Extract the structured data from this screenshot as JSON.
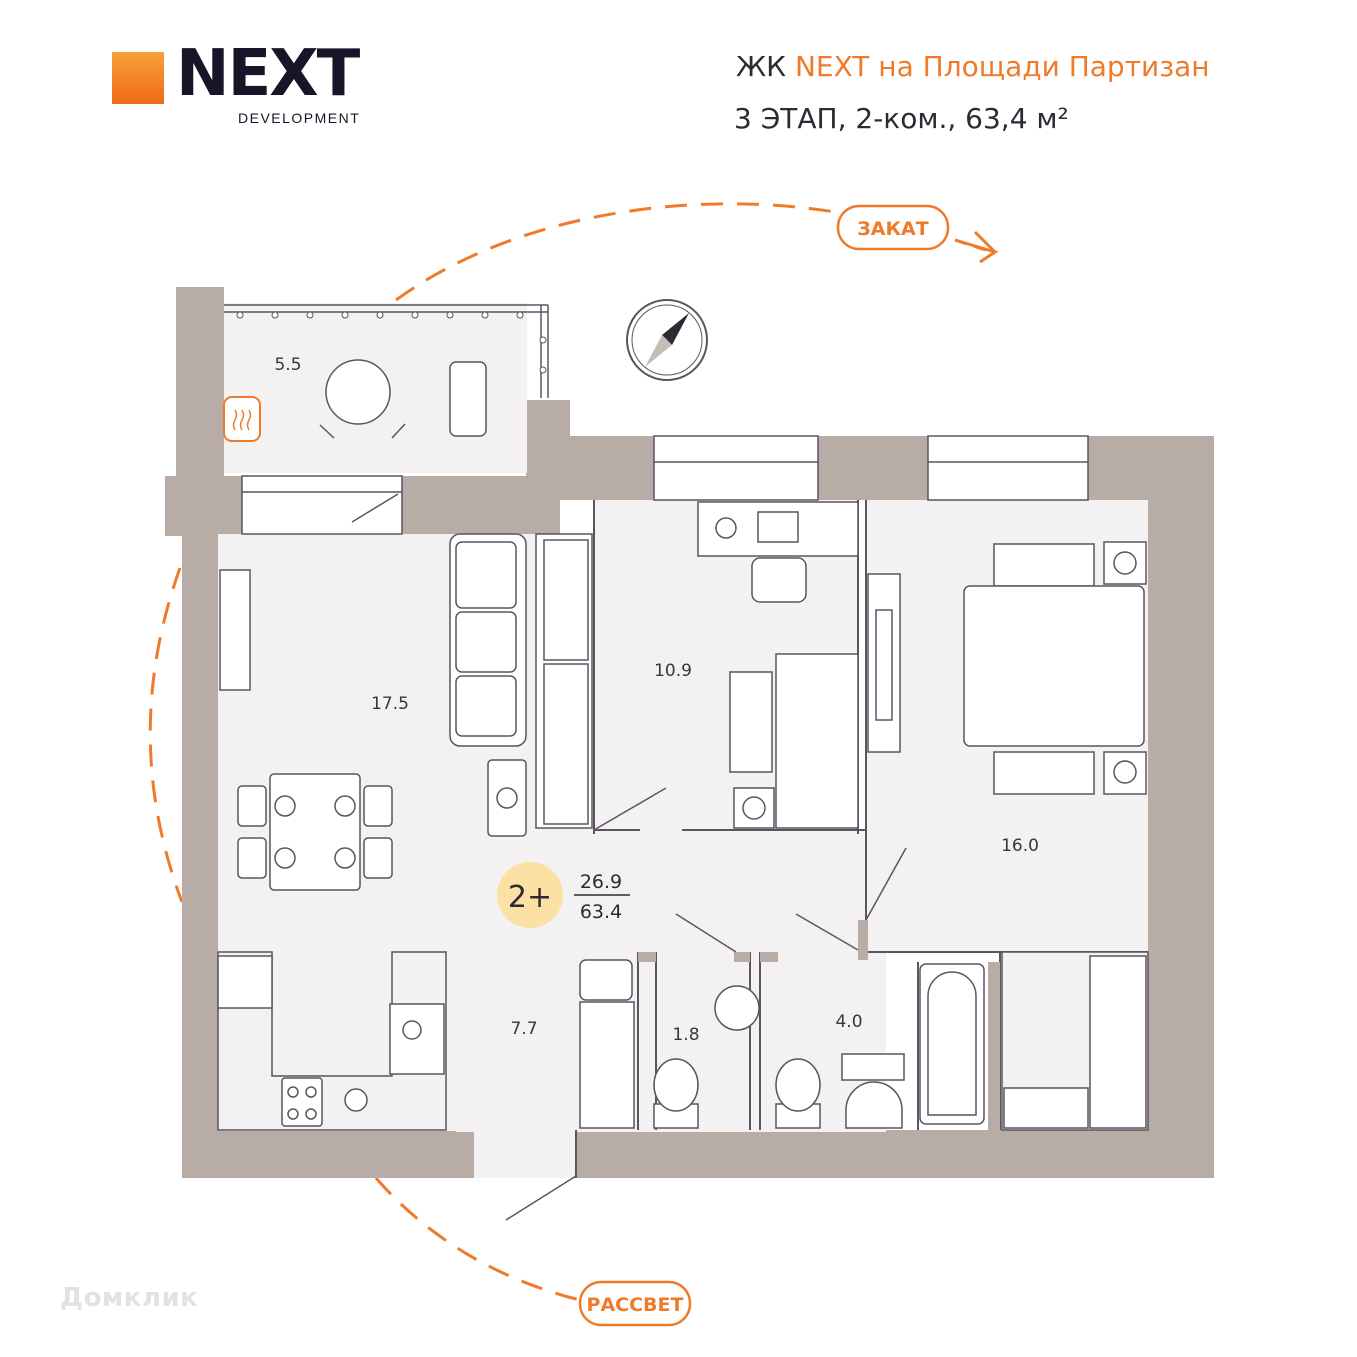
{
  "logo": {
    "word": "NEXT",
    "sub": "DEVELOPMENT",
    "gradient_top": "#f7a13b",
    "gradient_bottom": "#ef6a18"
  },
  "header": {
    "prefix": "ЖК ",
    "project_name": "NEXT на Площади Партизан",
    "details": "3 ЭТАП, 2-ком., 63,4 м²"
  },
  "orientation": {
    "sunset": "ЗАКАТ",
    "sunrise": "РАССВЕТ",
    "compass_icon": "compass-icon"
  },
  "rooms": {
    "balcony": "5.5",
    "living_kitchen": "17.5",
    "bedroom_small": "10.9",
    "bedroom_large": "16.0",
    "hall": "7.7",
    "toilet": "1.8",
    "bathroom": "4.0"
  },
  "summary": {
    "badge": "2+",
    "living_area": "26.9",
    "total_area": "63.4"
  },
  "watermark": "Домклик",
  "colors": {
    "wall": "#b8aca6",
    "floor": "#f3f1f2",
    "accent": "#ef7b2a",
    "badge": "#fbe1a4",
    "line": "#5a5560"
  }
}
